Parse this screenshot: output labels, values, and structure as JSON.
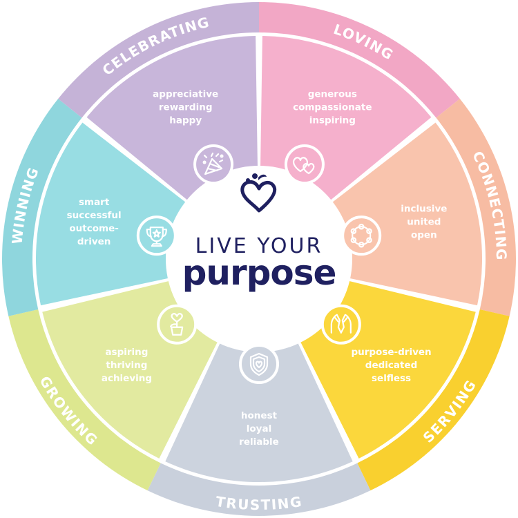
{
  "brand": {
    "line1": "LIVE YOUR",
    "line2": "purpose"
  },
  "segments": [
    {
      "name": "LOVING",
      "traits": [
        "generous",
        "compassionate",
        "inspiring"
      ],
      "outer_color": "#f2a7c5",
      "inner_color": "#f5b0cc",
      "icon": "hearts-icon"
    },
    {
      "name": "CONNECTING",
      "traits": [
        "inclusive",
        "united",
        "open"
      ],
      "outer_color": "#f7bca3",
      "inner_color": "#f9c4ad",
      "icon": "people-circle-icon"
    },
    {
      "name": "SERVING",
      "traits": [
        "purpose-driven",
        "dedicated",
        "selfless"
      ],
      "outer_color": "#f9d02f",
      "inner_color": "#fbd73c",
      "icon": "helping-hands-icon"
    },
    {
      "name": "TRUSTING",
      "traits": [
        "honest",
        "loyal",
        "reliable"
      ],
      "outer_color": "#c9d0dc",
      "inner_color": "#ccd3de",
      "icon": "shield-heart-icon"
    },
    {
      "name": "GROWING",
      "traits": [
        "aspiring",
        "thriving",
        "achieving"
      ],
      "outer_color": "#dde78f",
      "inner_color": "#e2eaa0",
      "icon": "potted-plant-icon"
    },
    {
      "name": "WINNING",
      "traits": [
        "smart",
        "successful",
        "outcome-",
        "driven"
      ],
      "outer_color": "#8fd6dd",
      "inner_color": "#98dde3",
      "icon": "trophy-icon"
    },
    {
      "name": "CELEBRATING",
      "traits": [
        "appreciative",
        "rewarding",
        "happy"
      ],
      "outer_color": "#c5b3d7",
      "inner_color": "#c8b6da",
      "icon": "party-hat-icon"
    }
  ],
  "colors": {
    "navy": "#1f2060",
    "background": "#ffffff"
  }
}
